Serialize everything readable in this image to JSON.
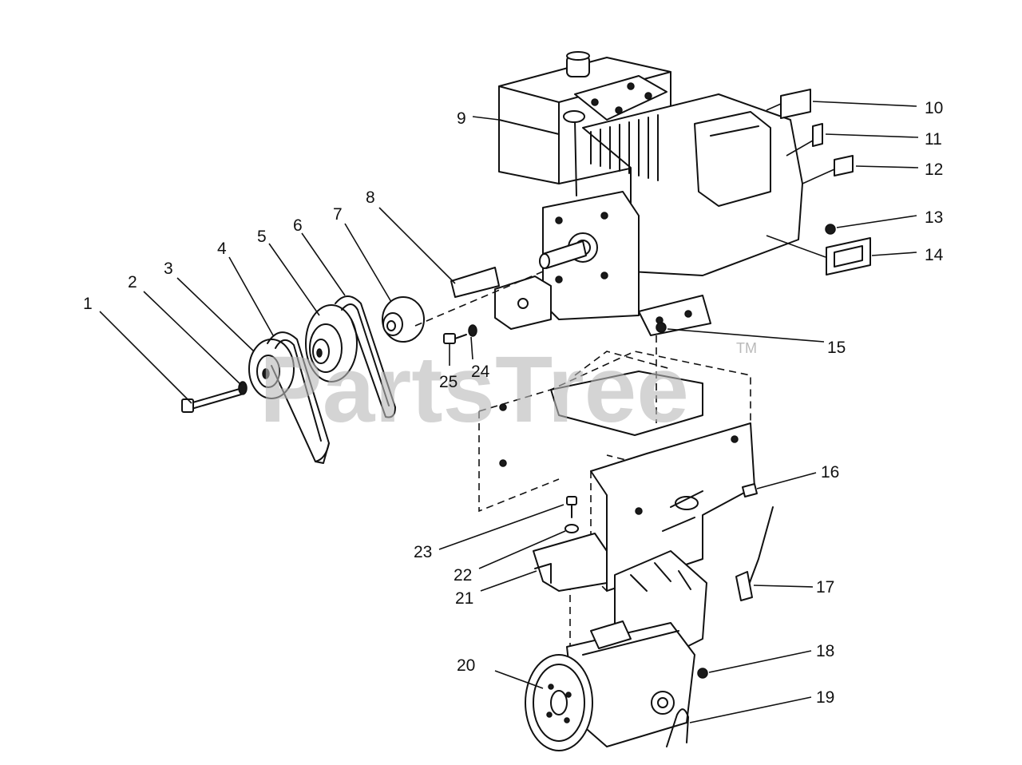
{
  "watermark": {
    "text": "PartsTree",
    "trademark": "TM"
  },
  "callouts": [
    {
      "id": "1",
      "label": "1"
    },
    {
      "id": "2",
      "label": "2"
    },
    {
      "id": "3",
      "label": "3"
    },
    {
      "id": "4",
      "label": "4"
    },
    {
      "id": "5",
      "label": "5"
    },
    {
      "id": "6",
      "label": "6"
    },
    {
      "id": "7",
      "label": "7"
    },
    {
      "id": "8",
      "label": "8"
    },
    {
      "id": "9",
      "label": "9"
    },
    {
      "id": "10",
      "label": "10"
    },
    {
      "id": "11",
      "label": "11"
    },
    {
      "id": "12",
      "label": "12"
    },
    {
      "id": "13",
      "label": "13"
    },
    {
      "id": "14",
      "label": "14"
    },
    {
      "id": "15",
      "label": "15"
    },
    {
      "id": "16",
      "label": "16"
    },
    {
      "id": "17",
      "label": "17"
    },
    {
      "id": "18",
      "label": "18"
    },
    {
      "id": "19",
      "label": "19"
    },
    {
      "id": "20",
      "label": "20"
    },
    {
      "id": "21",
      "label": "21"
    },
    {
      "id": "22",
      "label": "22"
    },
    {
      "id": "23",
      "label": "23"
    },
    {
      "id": "24",
      "label": "24"
    },
    {
      "id": "25",
      "label": "25"
    }
  ]
}
